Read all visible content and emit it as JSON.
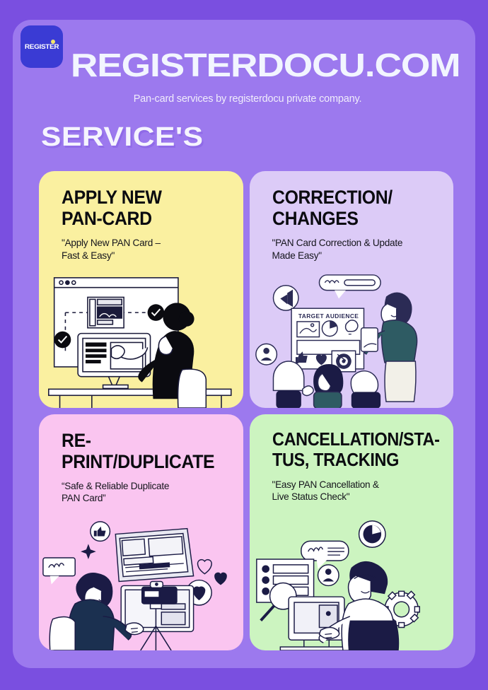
{
  "brand": {
    "logo_text": "REGISTER",
    "title": "REGISTERDOCU.COM",
    "tagline": "Pan-card services by registerdocu private company."
  },
  "section": {
    "heading": "SERVICE'S"
  },
  "colors": {
    "background_outer": "#7A4FE0",
    "panel": "#9C79EE",
    "card_1": "#FAF0A0",
    "card_2": "#DCCBF7",
    "card_3": "#FAC5F0",
    "card_4": "#CCF4C0",
    "logo_badge": "#3A3BD4",
    "title_text": "#F2F5FF",
    "card_title_text": "#0B0B10",
    "illustration_ink": "#1B1B3A"
  },
  "cards": [
    {
      "id": "apply-new-pan-card",
      "title": "APPLY NEW\nPAN-CARD",
      "subtitle": "\"Apply New PAN Card –\nFast & Easy\"",
      "illustration": "person-at-desk-with-monitor-and-checkmarks"
    },
    {
      "id": "correction-changes",
      "title": "CORRECTION/\nCHANGES",
      "subtitle": "\"PAN Card Correction & Update\nMade Easy\"",
      "illustration": "presenter-with-target-audience-board",
      "illustration_label": "TARGET AUDIENCE"
    },
    {
      "id": "reprint-duplicate",
      "title": "RE-\nPRINT/DUPLICATE",
      "subtitle": "“Safe & Reliable Duplicate\nPAN Card”",
      "illustration": "person-recording-with-camera-and-social-icons"
    },
    {
      "id": "cancellation-status-tracking",
      "title": "CANCELLATION/STA-\nTUS, TRACKING",
      "subtitle": "\"Easy PAN Cancellation &\nLive Status Check\"",
      "illustration": "man-at-computer-with-checklist-magnifier-gear"
    }
  ]
}
